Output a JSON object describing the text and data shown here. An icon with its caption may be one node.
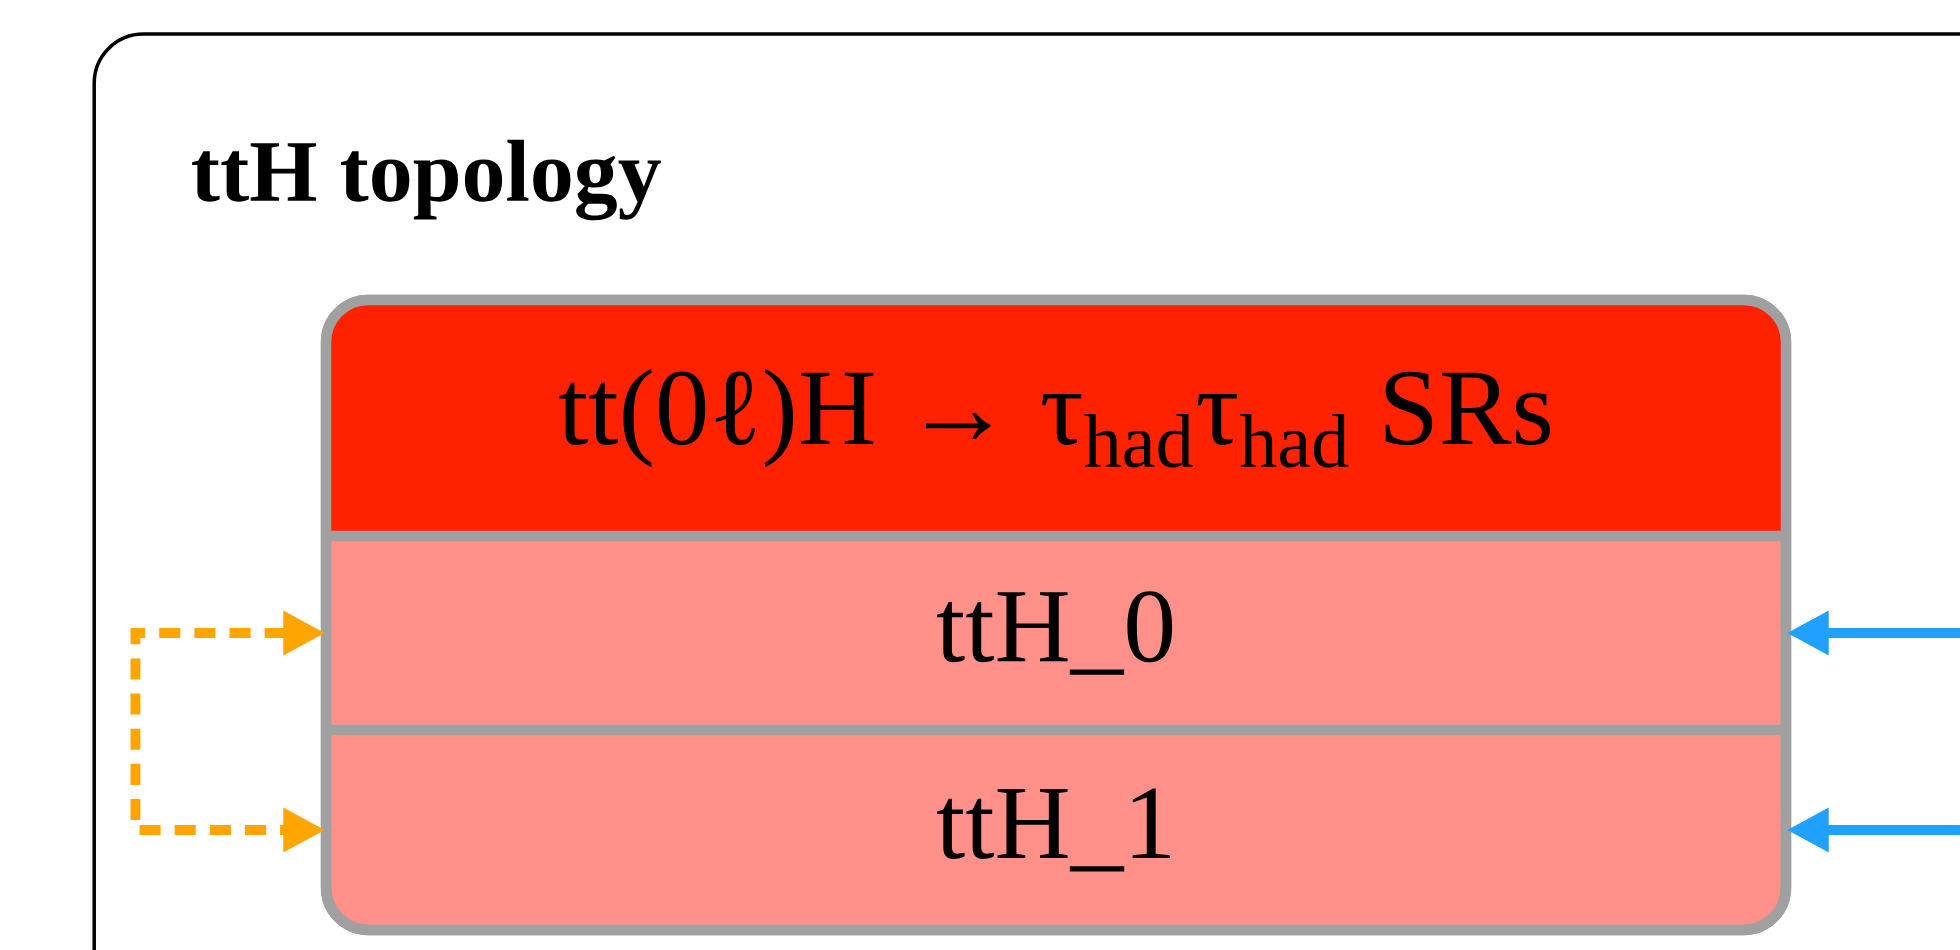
{
  "diagram": {
    "nodes": [
      {
        "text": [
          "ttH topology"
        ]
      },
      {
        "text": [
          "tt(0ℓ)H → τ$_{had}$τ$_{had}$ SRs"
        ],
        "in": 0
      },
      {
        "text": [
          "ttH_0"
        ],
        "in": 1
      },
      {
        "text": [
          "ttH_1"
        ],
        "in": 1
      }
    ],
    "edges": [
      {
        "from": 2,
        "to": 3,
        "arrow": "both",
        "style": "dashed",
        "color": "#ffa500"
      },
      {
        "from": null,
        "to": 2,
        "arrow": "to",
        "color": "#20a0ff"
      },
      {
        "from": null,
        "to": 3,
        "arrow": "to",
        "color": "#20a0ff"
      }
    ]
  }
}
